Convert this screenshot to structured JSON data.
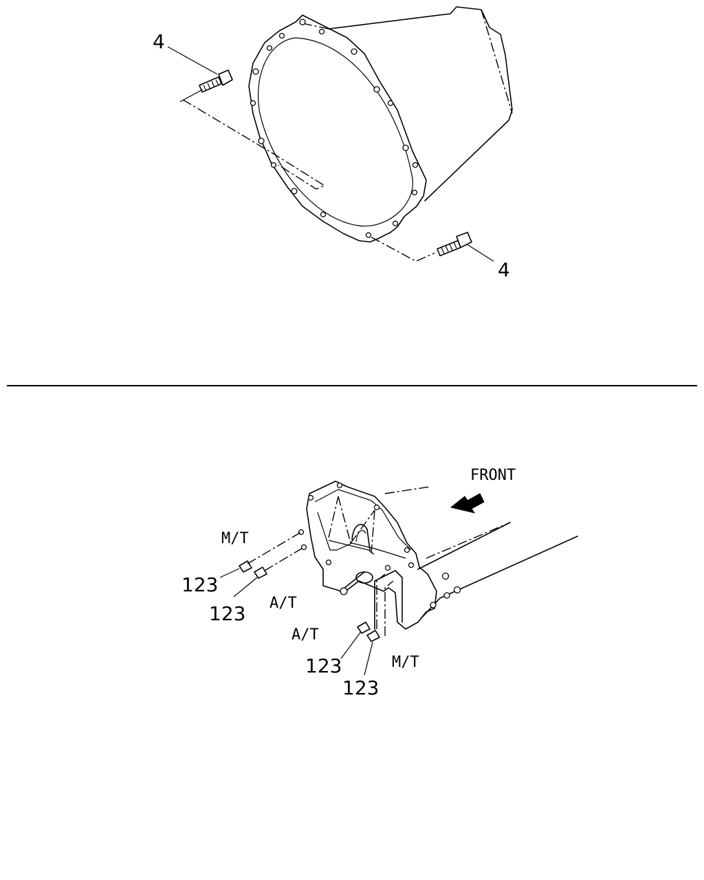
{
  "top_view": {
    "callout_upper": "4",
    "callout_lower": "4"
  },
  "bottom_view": {
    "front_label": "FRONT",
    "mt_upper": "M/T",
    "at_upper": "A/T",
    "at_lower": "A/T",
    "mt_lower": "M/T",
    "callouts": [
      "123",
      "123",
      "123",
      "123"
    ]
  },
  "colors": {
    "line": "#000000",
    "background": "#ffffff"
  }
}
